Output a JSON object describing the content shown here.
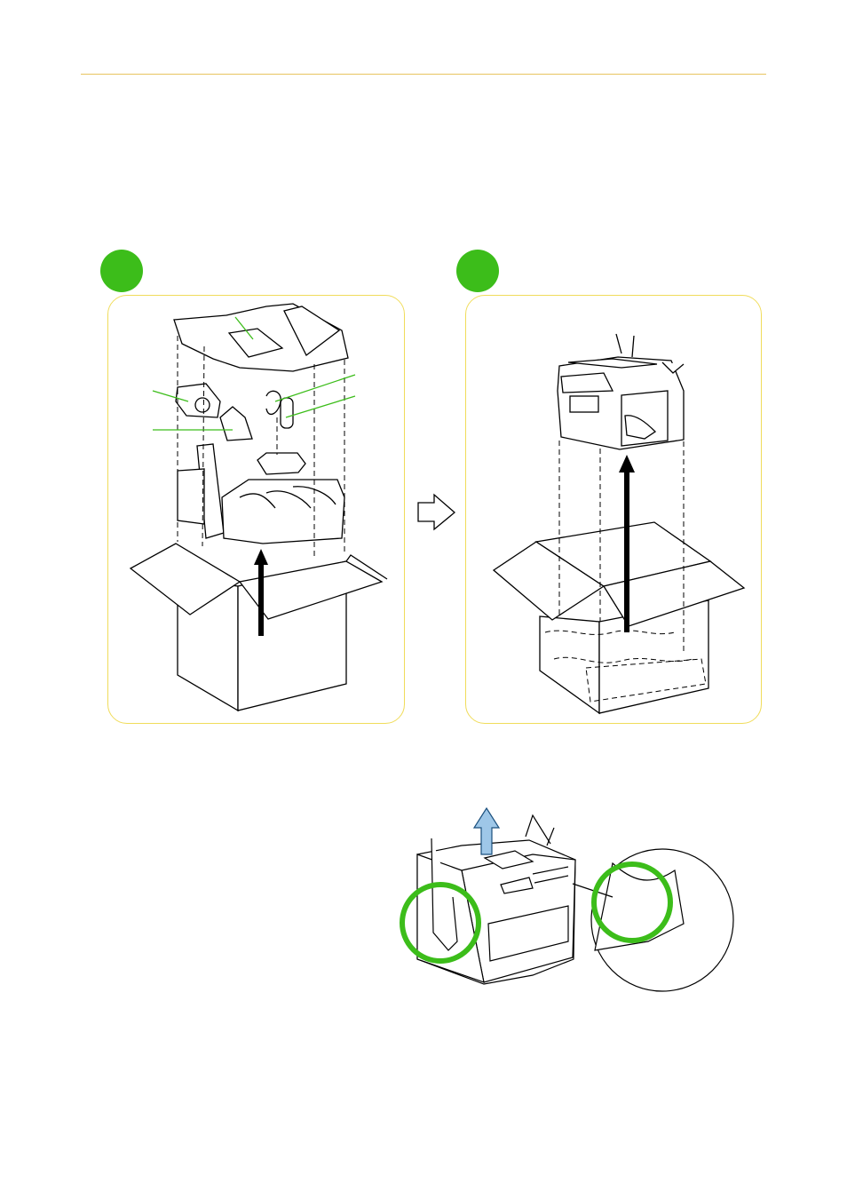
{
  "colors": {
    "accent_green": "#3cbd1a",
    "panel_border": "#f0dc5a",
    "rule": "#e8c560",
    "lift_arrow": "#9ec7e8"
  },
  "figures": {
    "step1": {
      "marker": "step-1-marker",
      "icon": "unpacking-accessories-illustration"
    },
    "step2": {
      "marker": "step-2-marker",
      "icon": "lifting-printer-out-of-box-illustration"
    },
    "step3": {
      "icon": "carrying-printer-by-handles-illustration"
    },
    "next_arrow_icon": "right-arrow-icon"
  }
}
